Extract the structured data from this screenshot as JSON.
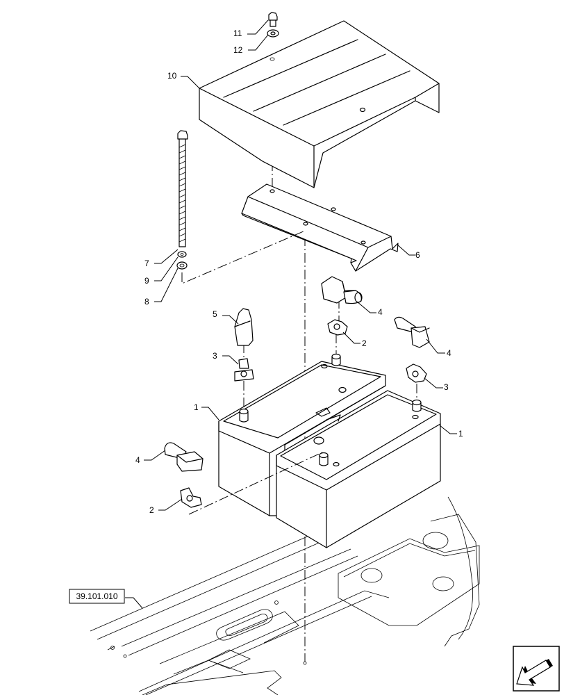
{
  "callouts": [
    {
      "id": "c11",
      "text": "11"
    },
    {
      "id": "c12",
      "text": "12"
    },
    {
      "id": "c10",
      "text": "10"
    },
    {
      "id": "c6",
      "text": "6"
    },
    {
      "id": "c7",
      "text": "7"
    },
    {
      "id": "c9",
      "text": "9"
    },
    {
      "id": "c8",
      "text": "8"
    },
    {
      "id": "c5",
      "text": "5"
    },
    {
      "id": "c3a",
      "text": "3"
    },
    {
      "id": "c4a",
      "text": "4"
    },
    {
      "id": "c2a",
      "text": "2"
    },
    {
      "id": "c4b",
      "text": "4"
    },
    {
      "id": "c3b",
      "text": "3"
    },
    {
      "id": "c1a",
      "text": "1"
    },
    {
      "id": "c1b",
      "text": "1"
    },
    {
      "id": "c4c",
      "text": "4"
    },
    {
      "id": "c2b",
      "text": "2"
    }
  ],
  "reference": {
    "text": "39.101.010"
  },
  "nav_icon": {
    "name": "previous-page-arrow-icon"
  }
}
